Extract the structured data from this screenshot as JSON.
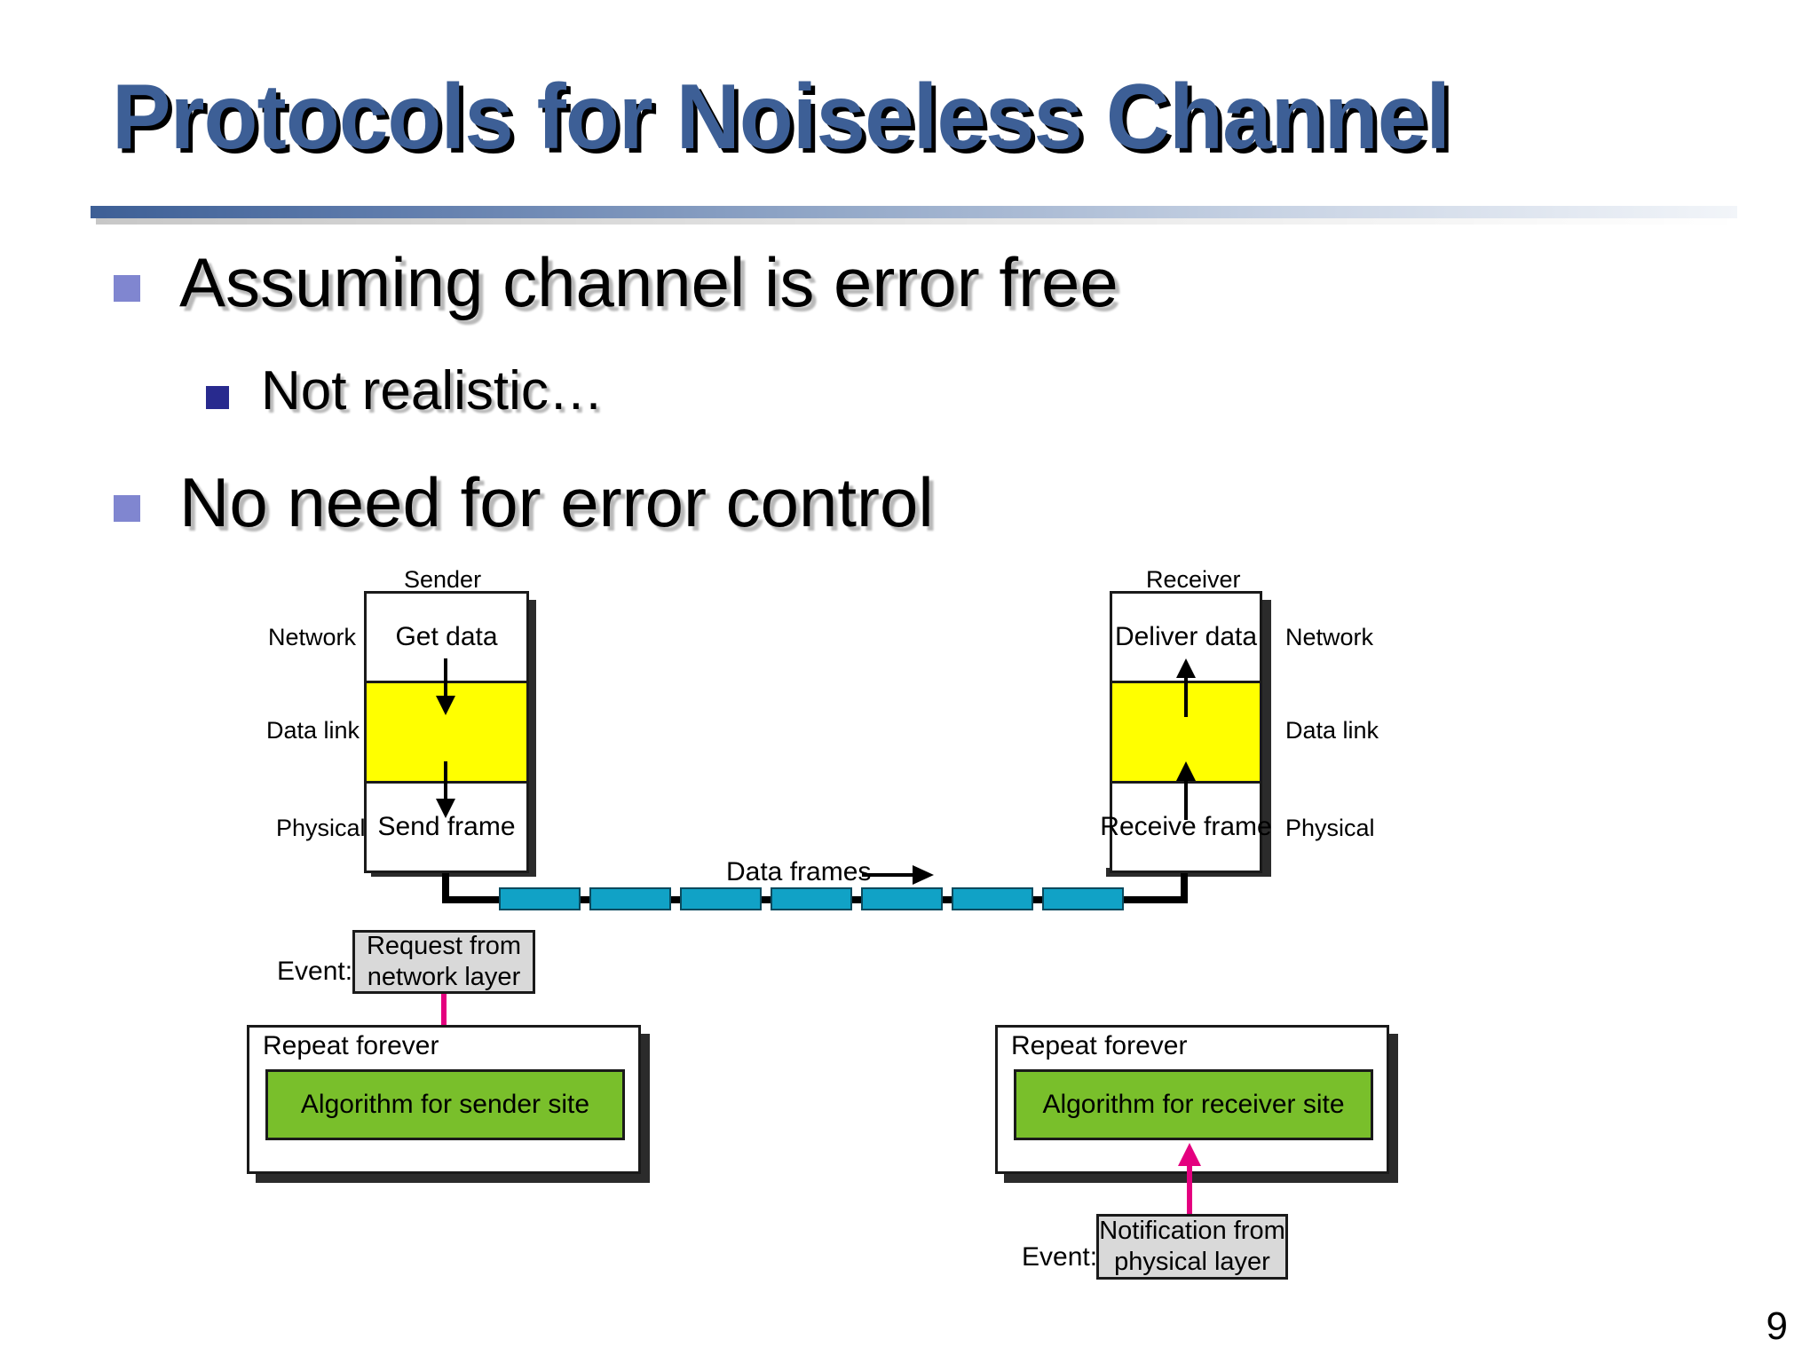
{
  "slide": {
    "title": "Protocols for Noiseless Channel",
    "page_number": "9",
    "accent_color": "#3d5f96",
    "bullets": [
      {
        "level": 1,
        "text": "Assuming channel is error free",
        "marker_color": "#8086d0"
      },
      {
        "level": 2,
        "text": "Not realistic…",
        "marker_color": "#282a8e"
      },
      {
        "level": 1,
        "text": "No need for error control",
        "marker_color": "#8086d0"
      }
    ]
  },
  "diagram": {
    "sender": {
      "caption": "Sender",
      "layers": [
        {
          "name": "Network",
          "side_label": "Network",
          "box_text": "Get data",
          "fill": "#ffffff"
        },
        {
          "name": "Data link",
          "side_label": "Data link",
          "box_text": "",
          "fill": "#ffff00"
        },
        {
          "name": "Physical",
          "side_label": "Physical",
          "box_text": "Send frame",
          "fill": "#ffffff"
        }
      ],
      "arrow_direction": "down"
    },
    "receiver": {
      "caption": "Receiver",
      "layers": [
        {
          "name": "Network",
          "side_label": "Network",
          "box_text": "Deliver data",
          "fill": "#ffffff"
        },
        {
          "name": "Data link",
          "side_label": "Data link",
          "box_text": "",
          "fill": "#ffff00"
        },
        {
          "name": "Physical",
          "side_label": "Physical",
          "box_text": "Receive frame",
          "fill": "#ffffff"
        }
      ],
      "arrow_direction": "up"
    },
    "channel": {
      "label": "Data frames",
      "frame_count": 7,
      "frame_color": "#11a2c6"
    },
    "sender_flow": {
      "event_label": "Event:",
      "event_text_line1": "Request from",
      "event_text_line2": "network layer",
      "repeat_label": "Repeat forever",
      "algorithm_text": "Algorithm for sender site",
      "algorithm_color": "#79bf2b",
      "arrow_color": "#e4007f"
    },
    "receiver_flow": {
      "event_label": "Event:",
      "event_text_line1": "Notification from",
      "event_text_line2": "physical layer",
      "repeat_label": "Repeat forever",
      "algorithm_text": "Algorithm for receiver site",
      "algorithm_color": "#79bf2b",
      "arrow_color": "#e4007f"
    }
  }
}
